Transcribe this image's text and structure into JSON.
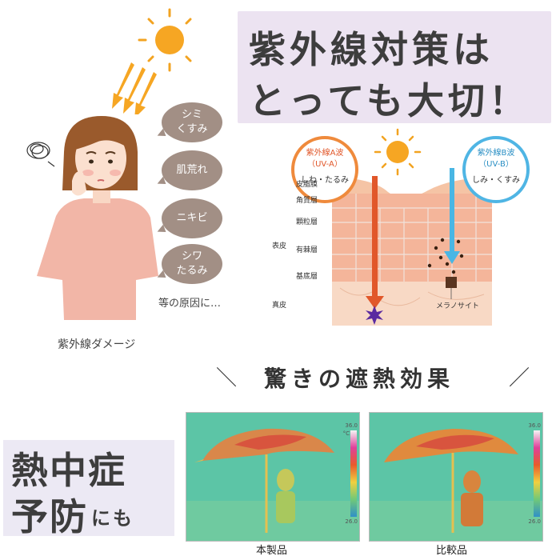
{
  "headline": {
    "line1": "紫外線対策は",
    "line2": "とっても大切！"
  },
  "bubbles": [
    {
      "line1": "シミ",
      "line2": "くすみ"
    },
    {
      "line1": "肌荒れ",
      "line2": ""
    },
    {
      "line1": "ニキビ",
      "line2": ""
    },
    {
      "line1": "シワ",
      "line2": "たるみ"
    }
  ],
  "cause_text": "等の原因に…",
  "woman_caption": "紫外線ダメージ",
  "skin": {
    "uva": {
      "line1": "紫外線A波",
      "line2": "（UV-A）",
      "line3": "しわ・たるみ"
    },
    "uvb": {
      "line1": "紫外線B波",
      "line2": "（UV-B）",
      "line3": "しみ・くすみ"
    },
    "layers": [
      "皮脂膜",
      "角質層",
      "顆粒層",
      "有棘層",
      "基底層"
    ],
    "epidermis": "表皮",
    "dermis": "真皮",
    "melanocyte": "メラノサイト"
  },
  "section2": {
    "title": "驚きの遮熱効果",
    "left_slash": "＼",
    "right_slash": "／"
  },
  "heatstroke": {
    "line1": "熱中症",
    "line2": "予防",
    "suffix": "にも"
  },
  "thermal": {
    "product_label": "本製品",
    "compare_label": "比較品",
    "scale_max": "36.0",
    "scale_min": "26.0",
    "unit": "°C"
  },
  "colors": {
    "uva": "#ef8a3c",
    "uvb": "#4fb5e4",
    "bubble": "#a28f85",
    "headline_bg": "#ece3f1"
  }
}
